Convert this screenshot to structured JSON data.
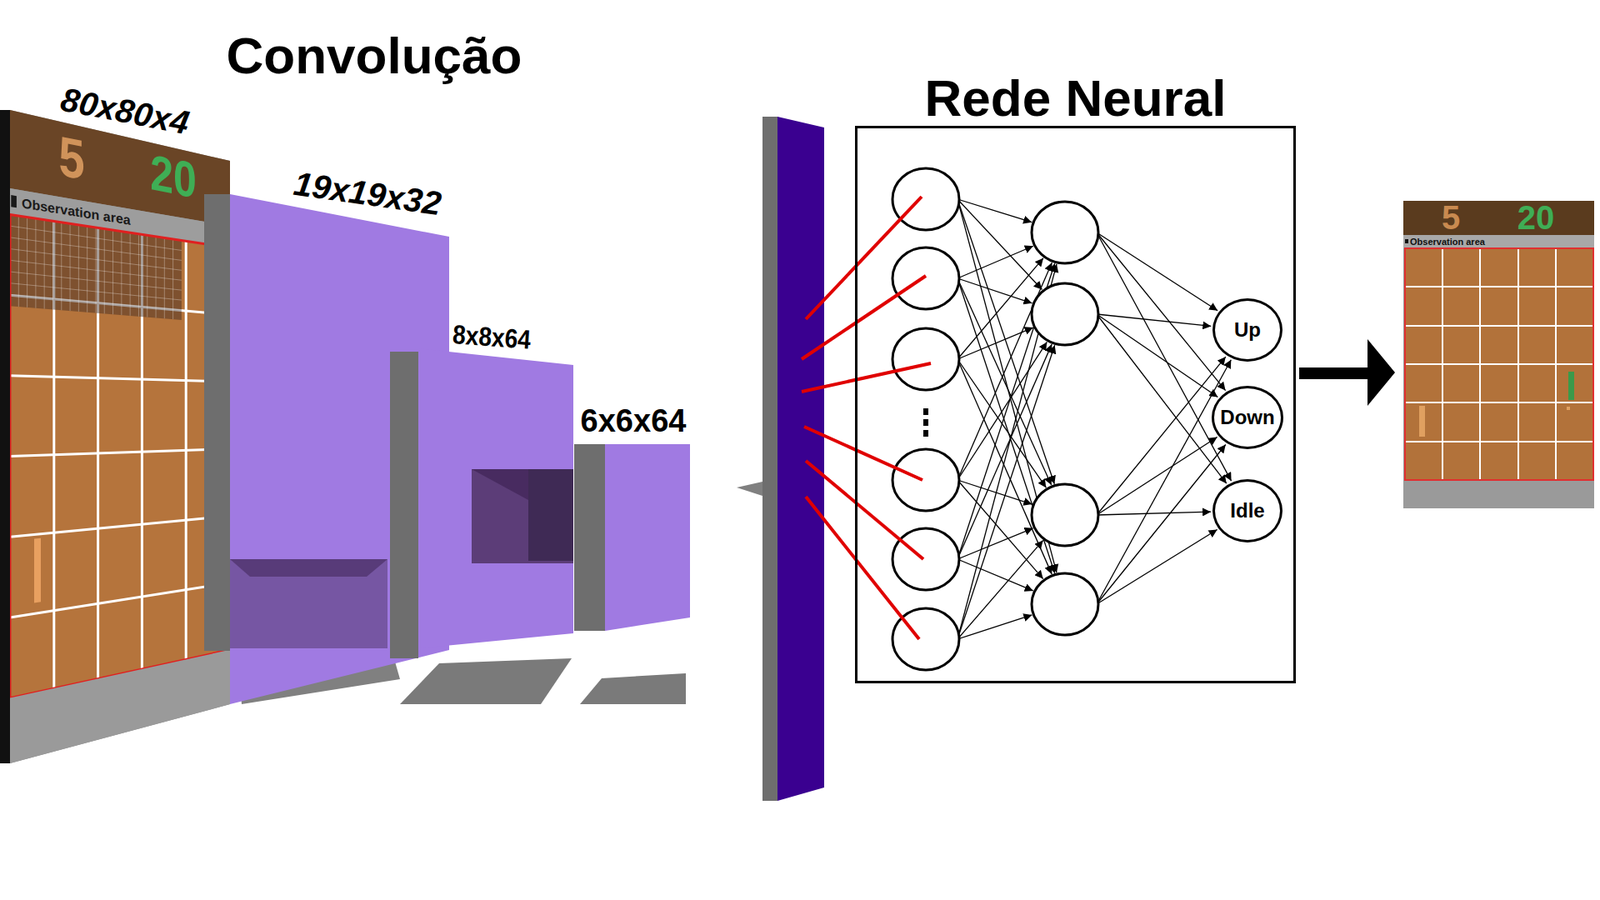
{
  "diagram": {
    "nodes": [
      {
        "text": [
          "Rede Neural"
        ]
      },
      {
        "text": [
          "Up"
        ],
        "in": 0
      },
      {
        "text": [
          "Down"
        ],
        "in": 0
      },
      {
        "text": [
          "Idle"
        ],
        "in": 0
      }
    ],
    "labels": [
      "Convolução",
      "80x80x4",
      "19x19x32",
      "8x8x64",
      "6x6x64",
      "5",
      "20",
      "Observation area",
      "5",
      "20",
      "Observation area"
    ]
  }
}
